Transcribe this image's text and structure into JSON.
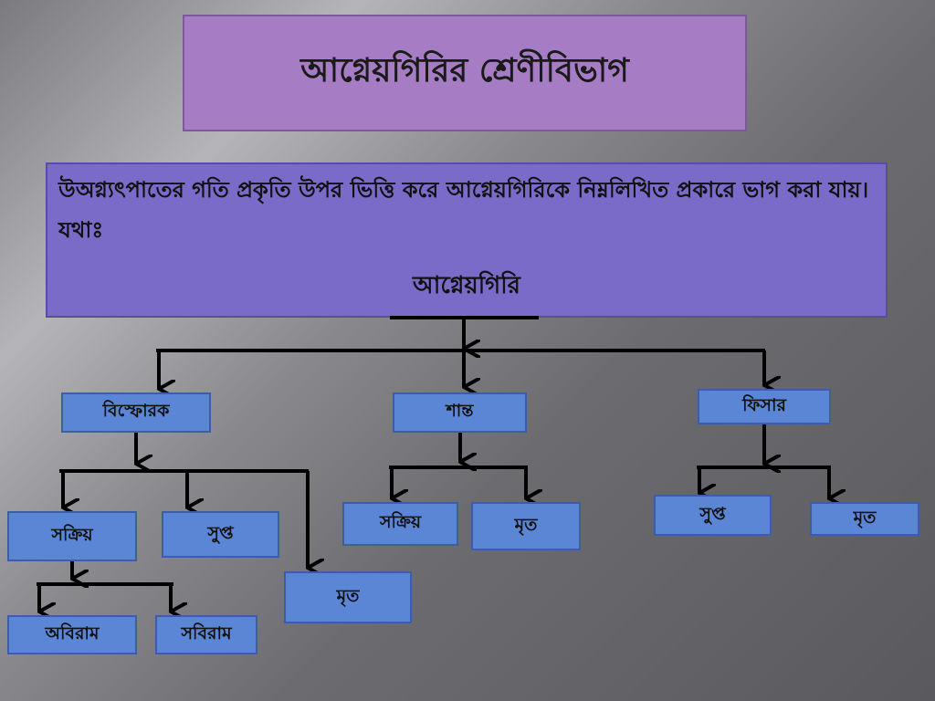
{
  "title": "আগ্নেয়গিরির শ্রেণীবিভাগ",
  "intro": {
    "text": "উঅগ্ন্যৎপাতের গতি প্রকৃতি উপর ভিত্তি করে আগ্নেয়গিরিকে নিম্নলিখিত প্রকারে ভাগ করা যায়। যথাঃ",
    "root_label": "আগ্নেয়গিরি"
  },
  "nodes": {
    "explosive": "বিস্ফোরক",
    "quiet": "শান্ত",
    "fissure": "ফিসার",
    "explosive_active": "সক্রিয়",
    "explosive_dormant": "সুপ্ত",
    "explosive_extinct": "মৃত",
    "active_continuous": "অবিরাম",
    "active_intermittent": "সবিরাম",
    "quiet_active": "সক্রিয়",
    "quiet_extinct": "মৃত",
    "fissure_dormant": "সুপ্ত",
    "fissure_extinct": "মৃত"
  },
  "colors": {
    "title_box": "#a67dc4",
    "intro_box": "#7b6bc9",
    "node_box": "#5b86d6",
    "lines": "#000000"
  }
}
